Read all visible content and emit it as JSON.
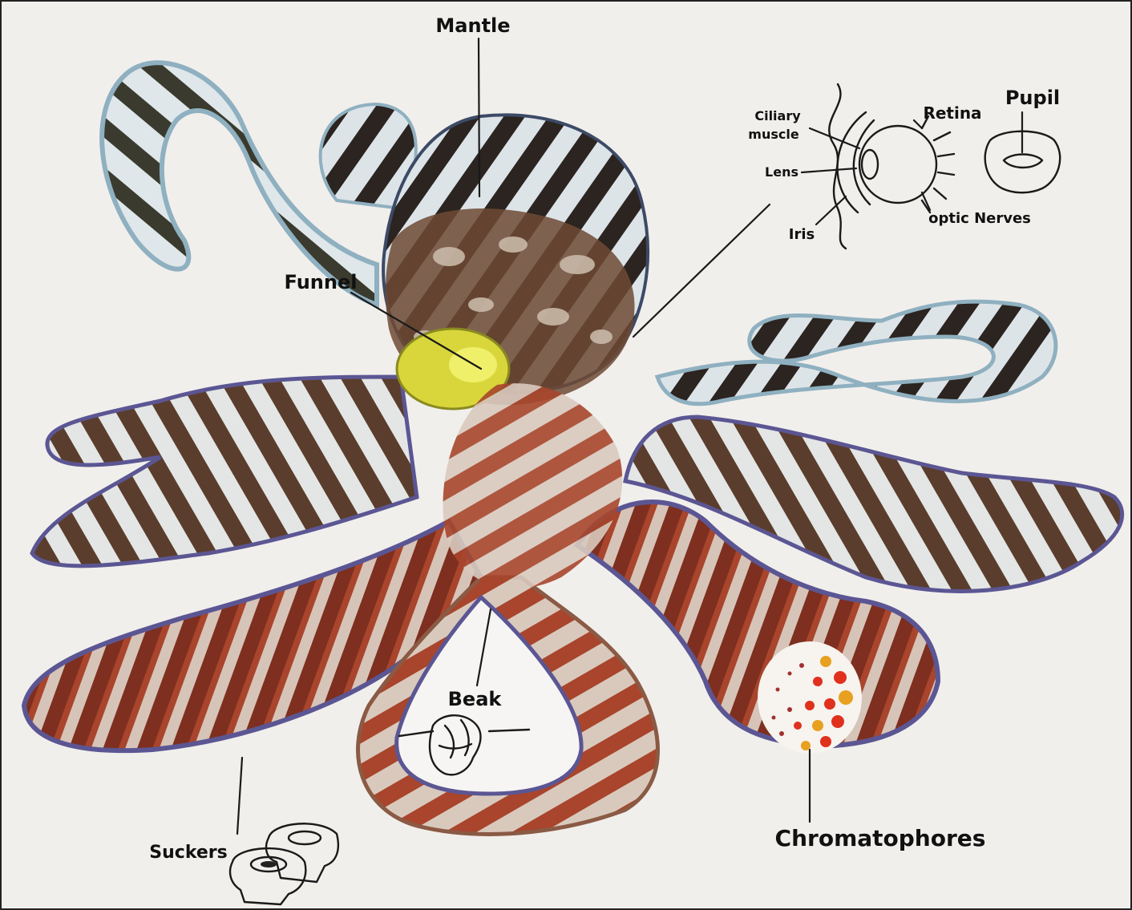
{
  "labels": {
    "mantle": "Mantle",
    "funnel": "Funnel",
    "beak": "Beak",
    "suckers": "Suckers",
    "chromatophores": "Chromatophores",
    "ciliary_muscle_1": "Ciliary",
    "ciliary_muscle_2": "muscle",
    "lens": "Lens",
    "iris": "Iris",
    "retina": "Retina",
    "optic_nerves": "optic Nerves",
    "pupil": "Pupil"
  },
  "colors": {
    "paper": "#f1efec",
    "dark_band": "#2b2420",
    "brown_band": "#6e4a35",
    "rust": "#a8452c",
    "rust_dark": "#7e2f1f",
    "arm_base": "#dfe6ea",
    "rim": "#5b5693",
    "funnel_yellow": "#d8d63a",
    "chromatophore_red": "#e0301e",
    "chromatophore_orange": "#e8a020"
  }
}
